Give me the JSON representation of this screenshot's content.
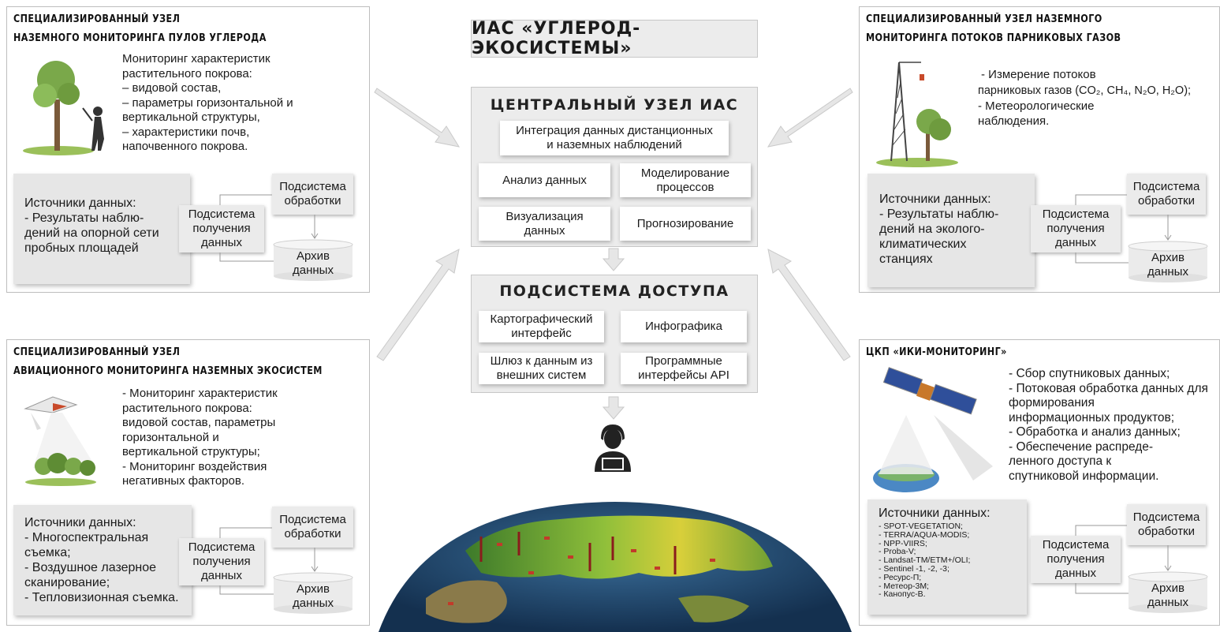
{
  "main_title": "ИАС «УГЛЕРОД-ЭКОСИСТЕМЫ»",
  "central": {
    "title": "ЦЕНТРАЛЬНЫЙ УЗЕЛ ИАС",
    "integration": "Интеграция данных дистанционных\nи наземных наблюдений",
    "analysis": "Анализ данных",
    "modeling": "Моделирование\nпроцессов",
    "visualization": "Визуализация\nданных",
    "forecasting": "Прогнозирование"
  },
  "access": {
    "title": "ПОДСИСТЕМА ДОСТУПА",
    "cartographic": "Картографический\nинтерфейс",
    "infographics": "Инфографика",
    "gateway": "Шлюз к данным из\nвнешних систем",
    "api": "Программные\nинтерфейсы API"
  },
  "panel_tl": {
    "title_line1": "СПЕЦИАЛИЗИРОВАННЫЙ УЗЕЛ",
    "title_line2": "НАЗЕМНОГО МОНИТОРИНГА ПУЛОВ УГЛЕРОДА",
    "description": "Мониторинг характеристик\nрастительного покрова:\n– видовой состав,\n– параметры горизонтальной и\nвертикальной структуры,\n– характеристики почв,\nнапочвенного покрова.",
    "sources": "Источники данных:\n- Результаты наблю-\nдений на опорной сети\nпробных площадей",
    "acquisition": "Подсистема\nполучения\nданных",
    "processing": "Подсистема\nобработки",
    "archive": "Архив\nданных"
  },
  "panel_tr": {
    "title_line1": "СПЕЦИАЛИЗИРОВАННЫЙ УЗЕЛ НАЗЕМНОГО",
    "title_line2": "МОНИТОРИНГА ПОТОКОВ ПАРНИКОВЫХ ГАЗОВ",
    "desc_line1": "- Измерение потоков",
    "desc_line2": "парниковых газов (CO₂, CH₄, N₂O, H₂O);",
    "desc_line3": "- Метеорологические",
    "desc_line4": "наблюдения.",
    "sources": "Источники данных:\n- Результаты наблю-\nдений на эколого-\nклиматических\nстанциях",
    "acquisition": "Подсистема\nполучения\nданных",
    "processing": "Подсистема\nобработки",
    "archive": "Архив\nданных"
  },
  "panel_bl": {
    "title_line1": "СПЕЦИАЛИЗИРОВАННЫЙ УЗЕЛ",
    "title_line2": "АВИАЦИОННОГО МОНИТОРИНГА НАЗЕМНЫХ ЭКОСИСТЕМ",
    "description": "- Мониторинг характеристик\nрастительного покрова:\nвидовой состав, параметры\nгоризонтальной и\nвертикальной структуры;\n- Мониторинг воздействия\nнегативных факторов.",
    "sources": "Источники данных:\n- Многоспектральная\nсъемка;\n- Воздушное лазерное\nсканирование;\n- Тепловизионная съемка.",
    "acquisition": "Подсистема\nполучения\nданных",
    "processing": "Подсистема\nобработки",
    "archive": "Архив\nданных"
  },
  "panel_br": {
    "title_line1": "ЦКП «ИКИ-МОНИТОРИНГ»",
    "description": "- Сбор спутниковых данных;\n- Потоковая обработка данных для\nформирования\nинформационных продуктов;\n- Обработка и анализ данных;\n- Обеспечение распреде-\nленного доступа к\nспутниковой информации.",
    "sources_title": "Источники данных:",
    "sources_list": "- SPOT-VEGETATION;\n- TERRA/AQUA-MODIS;\n- NPP-VIIRS;\n- Proba-V;\n- Landsat-TM/ETM+/OLI;\n- Sentinel -1, -2, -3;\n- Ресурс-П;\n- Метеор-3М;\n- Канопус-В.",
    "acquisition": "Подсистема\nполучения\nданных",
    "processing": "Подсистема\nобработки",
    "archive": "Архив\nданных"
  },
  "colors": {
    "panel_border": "#bdbdbd",
    "gray_box": "#e6e6e6",
    "title_box": "#ececec",
    "arrow": "#e2e2e2"
  }
}
